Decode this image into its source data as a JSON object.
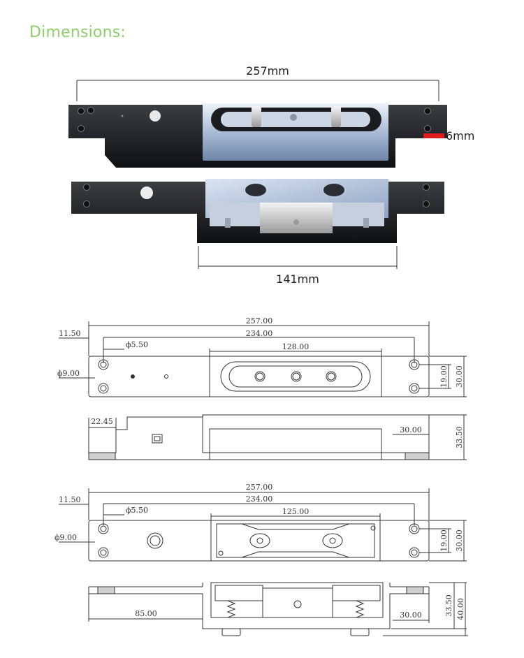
{
  "title": "Dimensions:",
  "photo": {
    "length_label": "257mm",
    "thickness_label": "6mm",
    "body_label": "141mm"
  },
  "drawing1_top": {
    "overall": "257.00",
    "hole_spacing": "234.00",
    "end_offset": "11.50",
    "slot_length": "128.00",
    "hole_diameter": "ϕ5.50",
    "counterbore_diameter": "ϕ9.00",
    "hole_pitch": "19.00",
    "plate_width": "30.00"
  },
  "drawing1_side": {
    "step": "22.45",
    "flange_width": "30.00",
    "height": "33.50"
  },
  "drawing2_top": {
    "overall": "257.00",
    "hole_spacing": "234.00",
    "end_offset": "11.50",
    "plate_length": "125.00",
    "hole_diameter": "ϕ5.50",
    "counterbore_diameter": "ϕ9.00",
    "hole_pitch": "19.00",
    "plate_width": "30.00"
  },
  "drawing2_side": {
    "flange_length": "85.00",
    "flange_width": "30.00",
    "body_height": "33.50",
    "total_height": "40.00"
  }
}
